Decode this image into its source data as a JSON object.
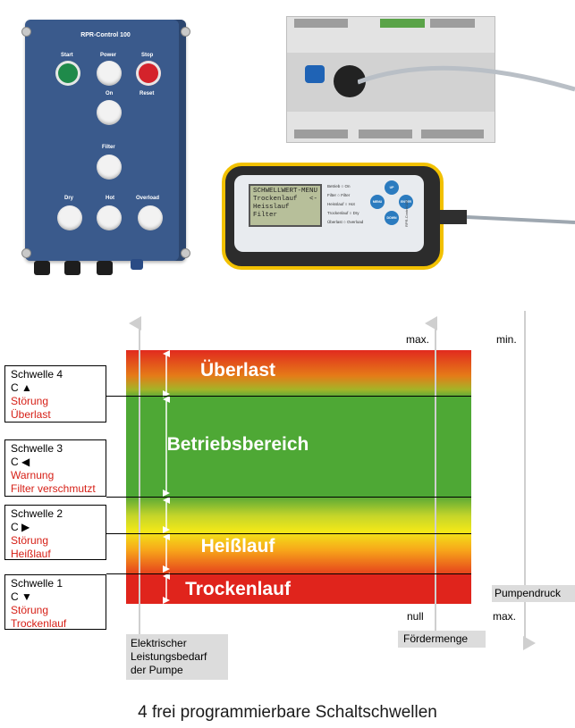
{
  "devices": {
    "controller": {
      "title": "RPR-Control 100",
      "buttons": [
        "Start",
        "Power",
        "Stop",
        "On",
        "Reset",
        "Filter",
        "Dry",
        "Hot",
        "Overload"
      ]
    },
    "handheld": {
      "lcd_lines": [
        "SCHWELLWERT-MENU",
        "Trockenlauf   <-",
        "Heisslauf",
        "Filter"
      ],
      "leds": [
        {
          "left": "Betrieb",
          "right": "On"
        },
        {
          "left": "Filter",
          "right": "Filter"
        },
        {
          "left": "Heisslauf",
          "right": "Hot"
        },
        {
          "left": "Trockenlauf",
          "right": "Dry"
        },
        {
          "left": "Überlast",
          "right": "Overload"
        }
      ],
      "keys": {
        "up": "UP",
        "menu": "MENU",
        "enter": "ENTER",
        "down": "DOWN"
      },
      "side_label": "RPR-Control 100"
    }
  },
  "diagram": {
    "zones": {
      "ueberlast": "Überlast",
      "betrieb": "Betriebsbereich",
      "heisslauf": "Heißlauf",
      "trockenlauf": "Trockenlauf"
    },
    "thresholds": [
      {
        "name": "Schwelle 4",
        "code": "C ▲",
        "alarm": [
          "Störung",
          "Überlast"
        ]
      },
      {
        "name": "Schwelle 3",
        "code": "C ◀",
        "alarm": [
          "Warnung",
          "Filter verschmutzt"
        ]
      },
      {
        "name": "Schwelle 2",
        "code": "C ▶",
        "alarm": [
          "Störung",
          "Heißlauf"
        ]
      },
      {
        "name": "Schwelle 1",
        "code": "C ▼",
        "alarm": [
          "Störung",
          "Trockenlauf"
        ]
      }
    ],
    "axes": {
      "power_label": [
        "Elektrischer",
        "Leistungsbedarf",
        "der Pumpe"
      ],
      "flow_label": "Fördermenge",
      "flow_max": "max.",
      "flow_min": "null",
      "pressure_label": "Pumpendruck",
      "pressure_top": "min.",
      "pressure_bottom": "max."
    }
  },
  "caption": "4 frei programmierbare Schaltschwellen"
}
